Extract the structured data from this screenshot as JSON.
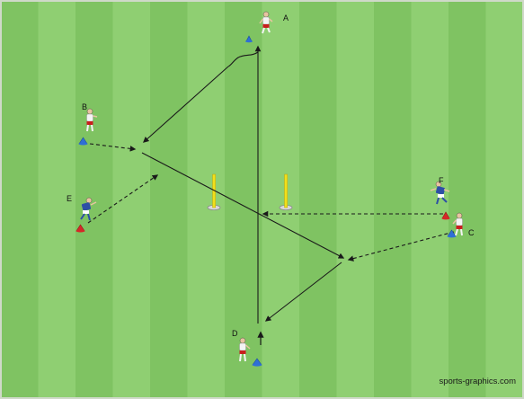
{
  "diagram": {
    "players": [
      {
        "id": "A",
        "label": "A",
        "kit": "red-white"
      },
      {
        "id": "B",
        "label": "B",
        "kit": "red-white"
      },
      {
        "id": "C",
        "label": "C",
        "kit": "red-white"
      },
      {
        "id": "D",
        "label": "D",
        "kit": "red-white"
      },
      {
        "id": "E",
        "label": "E",
        "kit": "blue"
      },
      {
        "id": "F",
        "label": "F",
        "kit": "blue"
      }
    ],
    "cones": [
      {
        "near": "A",
        "color": "blue"
      },
      {
        "near": "B",
        "color": "blue"
      },
      {
        "near": "E",
        "color": "red"
      },
      {
        "near": "F",
        "color": "red"
      },
      {
        "near": "C",
        "color": "blue"
      },
      {
        "near": "D",
        "color": "blue"
      }
    ],
    "poles": [
      {
        "id": "left-pole",
        "color": "yellow"
      },
      {
        "id": "right-pole",
        "color": "yellow"
      }
    ],
    "paths": [
      {
        "id": "d-dribble-to-a",
        "style": "solid",
        "kind": "dribble"
      },
      {
        "id": "a-to-b-area",
        "style": "dashed",
        "kind": "pass"
      },
      {
        "id": "b-run-in",
        "style": "dashed",
        "kind": "run"
      },
      {
        "id": "e-run-in",
        "style": "dashed",
        "kind": "run"
      },
      {
        "id": "b-to-c-area",
        "style": "solid",
        "kind": "pass"
      },
      {
        "id": "c-to-centre",
        "style": "dashed",
        "kind": "run"
      },
      {
        "id": "c-area-to-d",
        "style": "solid",
        "kind": "pass"
      },
      {
        "id": "f-run-between-poles",
        "style": "dashed",
        "kind": "run"
      }
    ],
    "colors": {
      "stripe_light": "#8fcf72",
      "stripe_dark": "#7fc362",
      "line": "#1a1a1a",
      "cone_blue": "#2f6fd6",
      "cone_red": "#d62828",
      "pole_yellow": "#f2df1a",
      "kit_red": "#c81e1e",
      "kit_blue": "#2d4fa6",
      "kit_white": "#f4f4f4"
    },
    "watermark": "sports-graphics.com"
  }
}
